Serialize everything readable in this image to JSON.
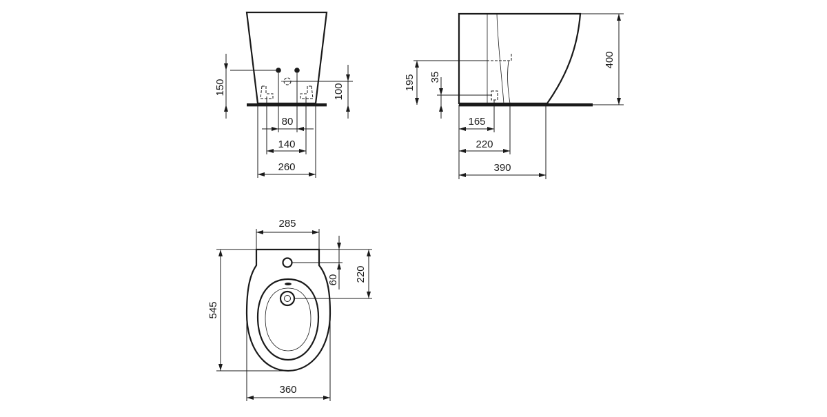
{
  "front_view": {
    "dim_150": "150",
    "dim_100": "100",
    "dim_80": "80",
    "dim_140": "140",
    "dim_260": "260"
  },
  "side_view": {
    "dim_195": "195",
    "dim_35": "35",
    "dim_400": "400",
    "dim_165": "165",
    "dim_220": "220",
    "dim_390": "390"
  },
  "top_view": {
    "dim_285": "285",
    "dim_60": "60",
    "dim_220": "220",
    "dim_545": "545",
    "dim_360": "360"
  }
}
